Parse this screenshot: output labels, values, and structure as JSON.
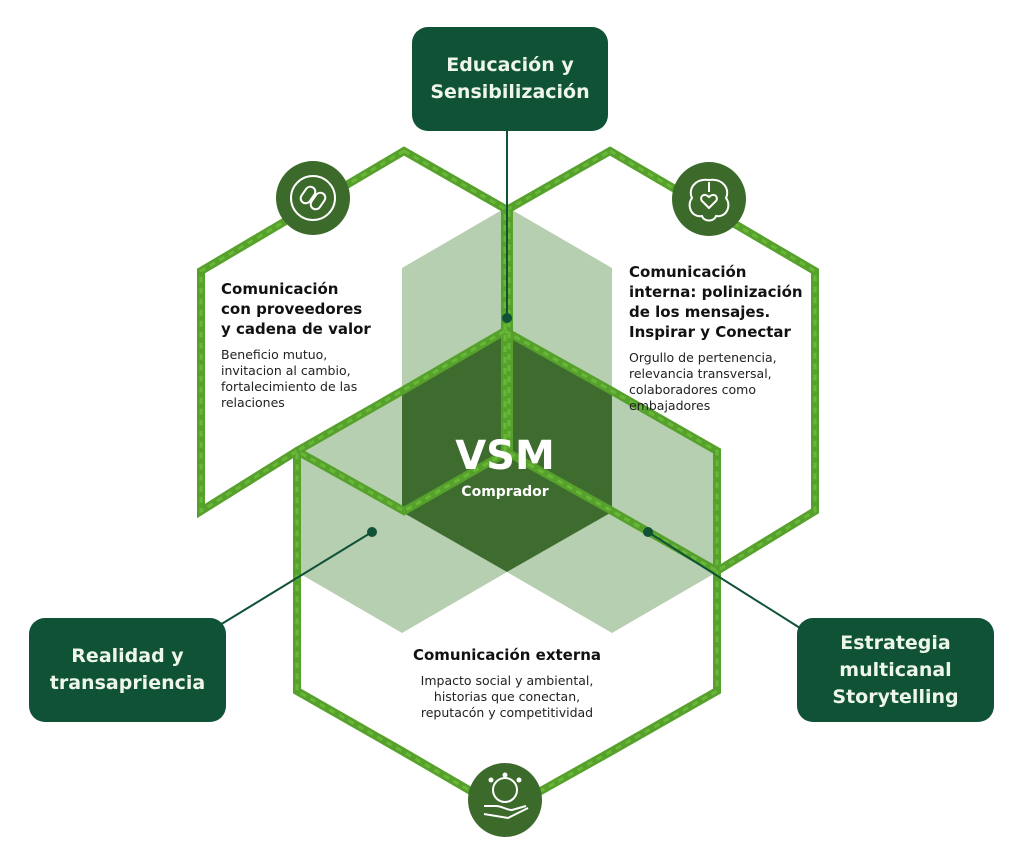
{
  "center": {
    "title": "VSM",
    "subtitle": "Comprador"
  },
  "callouts": {
    "top": "Educación y\nSensibilización",
    "left": "Realidad y\ntransapriencia",
    "right": "Estrategia\nmulticanal\nStorytelling"
  },
  "sections": {
    "suppliers": {
      "title": "Comunicación\ncon proveedores\ny cadena de valor",
      "description": "Beneficio mutuo,\ninvitacion al cambio,\nfortalecimiento de las\nrelaciones"
    },
    "internal": {
      "title": "Comunicación\ninterna: polinización\nde los mensajes.\nInspirar y Conectar",
      "description": "Orgullo de pertenencia,\nrelevancia transversal,\ncolaboradores como\nembajadores"
    },
    "external": {
      "title": "Comunicación externa",
      "description": "Impacto social y ambiental,\nhistorias que conectan,\nreputacón y competitividad"
    }
  },
  "icons": {
    "suppliers": "circular-chain-icon",
    "internal": "brain-heart-icon",
    "external": "hand-network-icon"
  },
  "colors": {
    "dark_green": "#0f5236",
    "medium_green": "#3e6b2e",
    "overlap_green": "#b5cfb0",
    "border_green": "#5fae2c",
    "icon_circle": "#3c6a2a"
  }
}
